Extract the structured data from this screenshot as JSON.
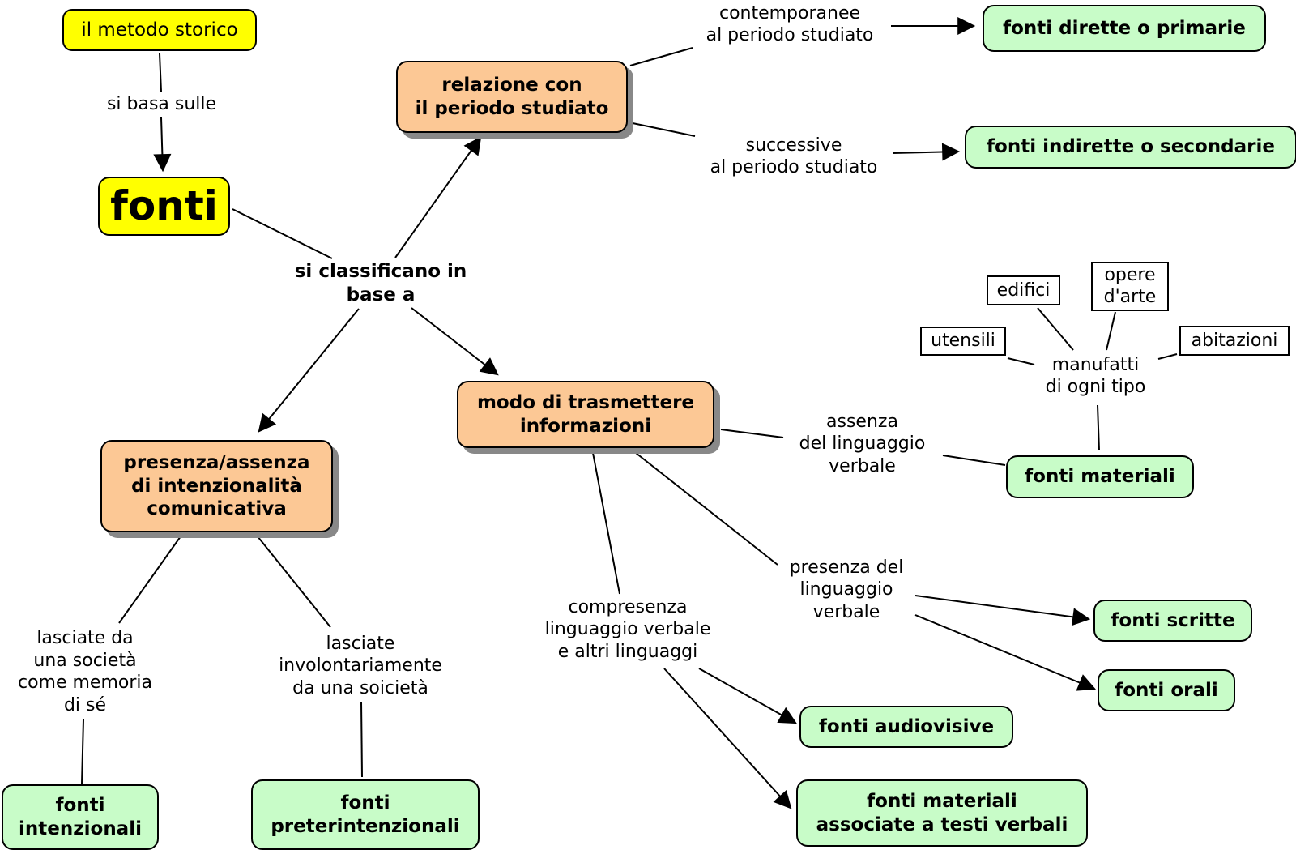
{
  "colors": {
    "root": "#ffff00",
    "criterion": "#fcc895",
    "category": "#c8fcc8",
    "example": "#ffffff",
    "shadow": "#888888",
    "line": "#000000"
  },
  "nodes": {
    "metodo_storico": "il metodo storico",
    "fonti": "fonti",
    "relazione": "relazione con\nil periodo studiato",
    "modo": "modo di trasmettere\ninformazioni",
    "presenza_assenza": "presenza/assenza\ndi intenzionalità\ncomunicativa",
    "dirette": "fonti dirette o primarie",
    "indirette": "fonti indirette o secondarie",
    "materiali": "fonti materiali",
    "scritte": "fonti scritte",
    "orali": "fonti orali",
    "audiovisive": "fonti audiovisive",
    "materiali_testi": "fonti materiali\nassociate a testi verbali",
    "intenzionali": "fonti\nintenzionali",
    "preterintenzionali": "fonti\npreterintenzionali",
    "edifici": "edifici",
    "opere_arte": "opere\nd'arte",
    "utensili": "utensili",
    "abitazioni": "abitazioni"
  },
  "links": {
    "si_basa": "si basa sulle",
    "si_classificano": "si classificano in\nbase a",
    "contemporanee": "contemporanee\nal periodo studiato",
    "successive": "successive\nal periodo studiato",
    "assenza_ling": "assenza\ndel linguaggio\nverbale",
    "manufatti": "manufatti\ndi ogni tipo",
    "presenza_ling": "presenza del\nlinguaggio\nverbale",
    "compresenza": "compresenza\nlinguaggio verbale\ne altri linguaggi",
    "lasciate_da": "lasciate da\nuna società\ncome memoria\ndi sé",
    "lasciate_invol": "lasciate\ninvolontariamente\nda una soicietà"
  }
}
